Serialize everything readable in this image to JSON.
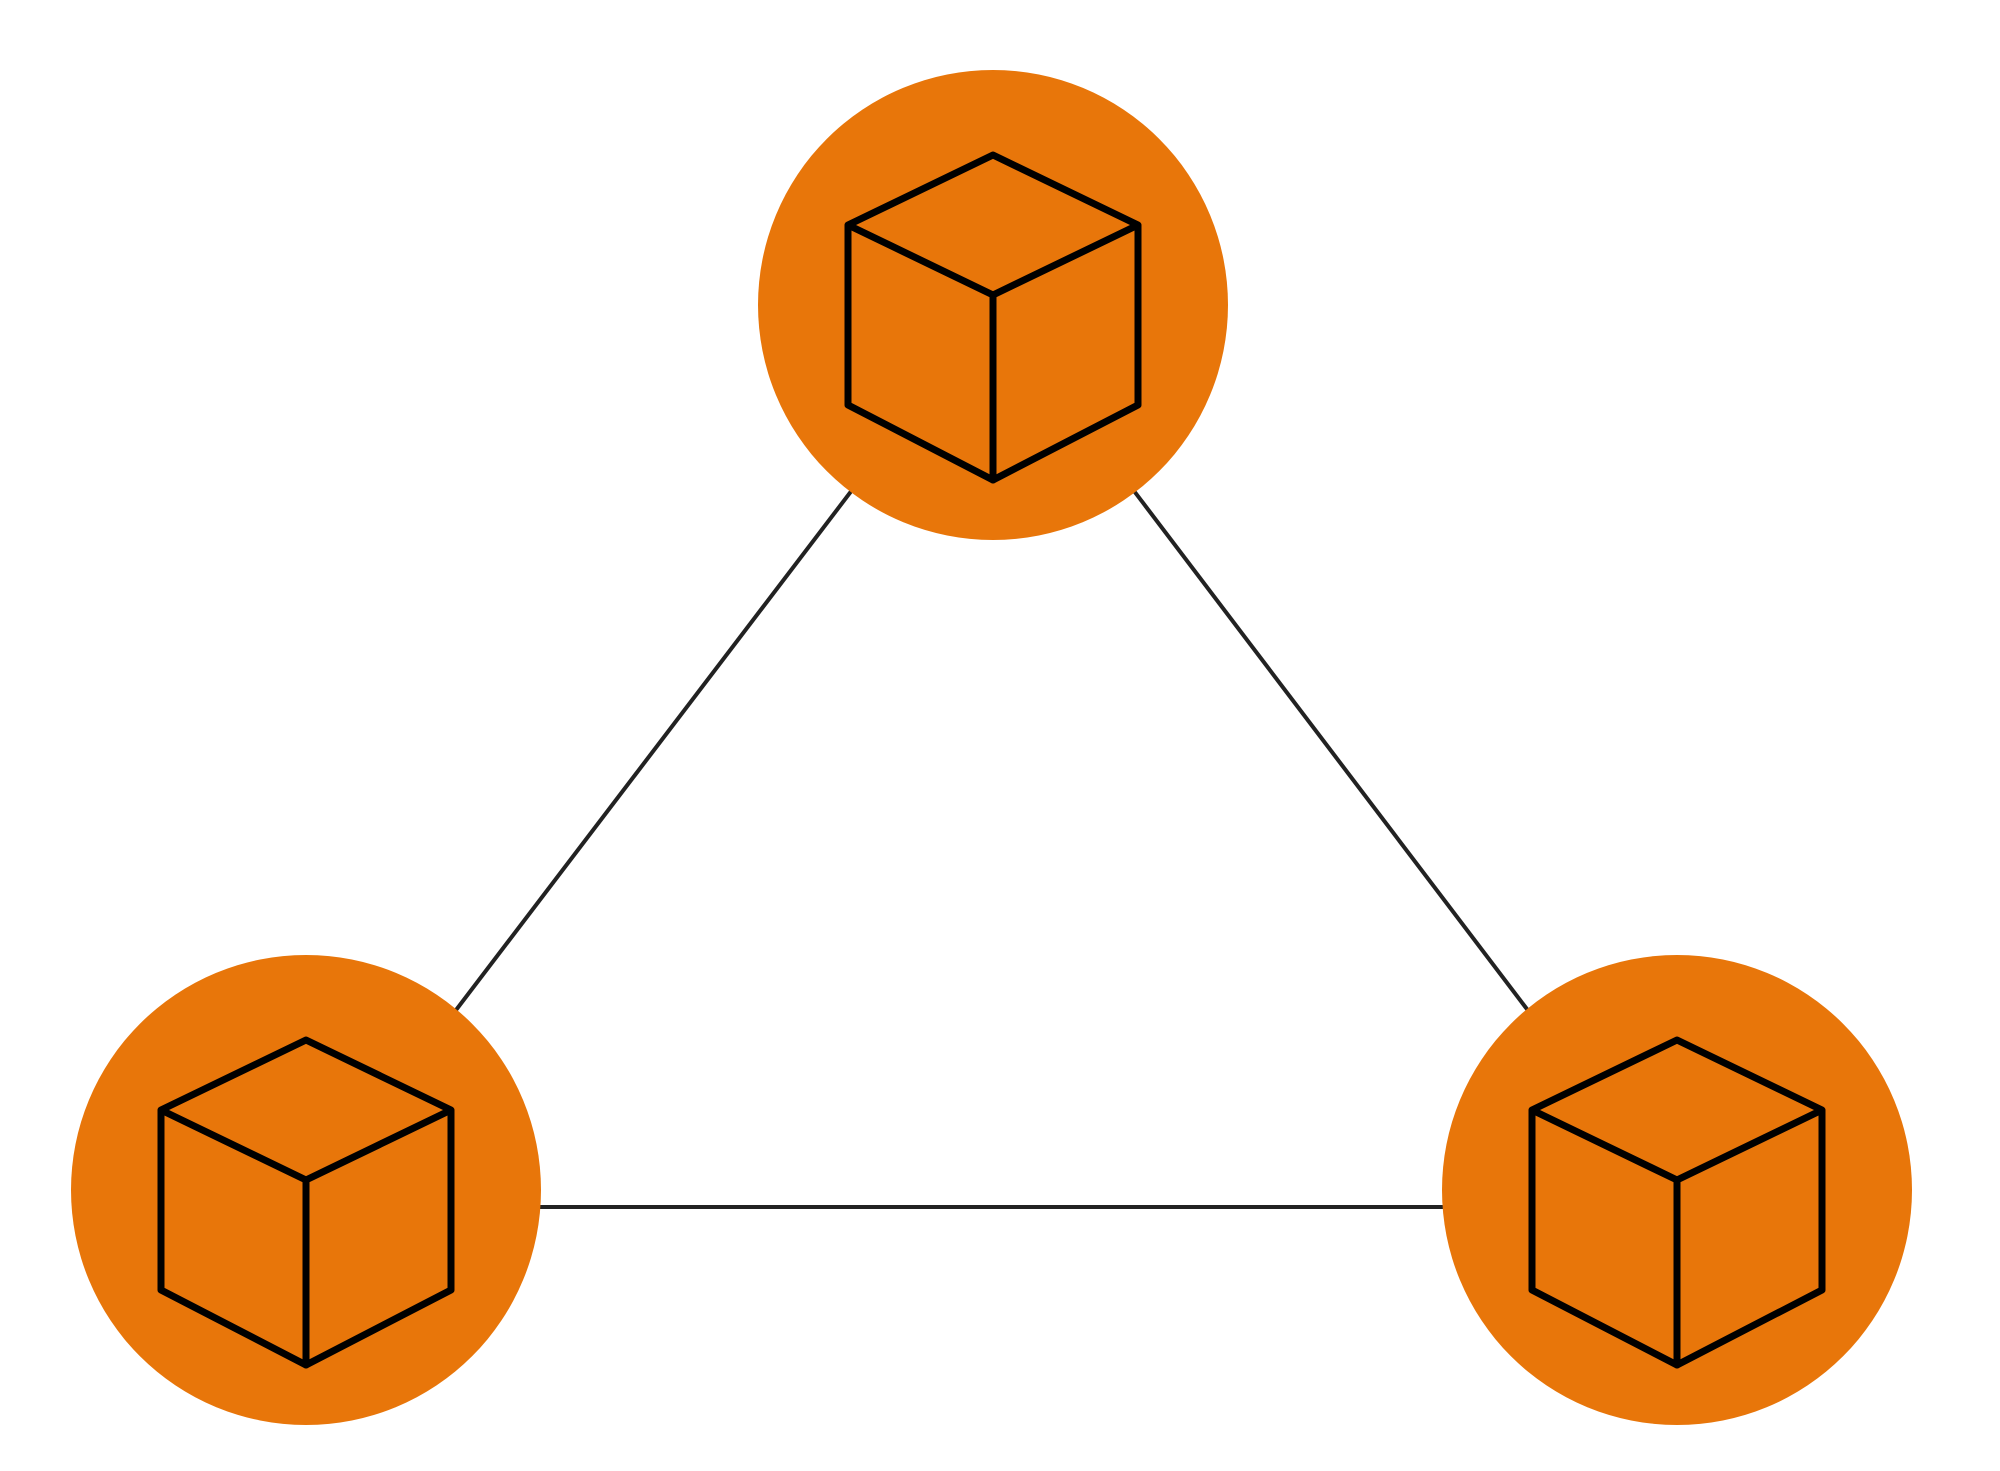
{
  "diagram": {
    "type": "network-triangle",
    "node_fill": "#E8760A",
    "icon_stroke": "#000000",
    "edge_color": "#222222",
    "nodes": [
      {
        "id": "node-top",
        "icon": "cube-icon"
      },
      {
        "id": "node-bottom-left",
        "icon": "cube-icon"
      },
      {
        "id": "node-bottom-right",
        "icon": "cube-icon"
      }
    ],
    "edges": [
      {
        "from": "node-top",
        "to": "node-bottom-left"
      },
      {
        "from": "node-top",
        "to": "node-bottom-right"
      },
      {
        "from": "node-bottom-left",
        "to": "node-bottom-right"
      }
    ]
  }
}
